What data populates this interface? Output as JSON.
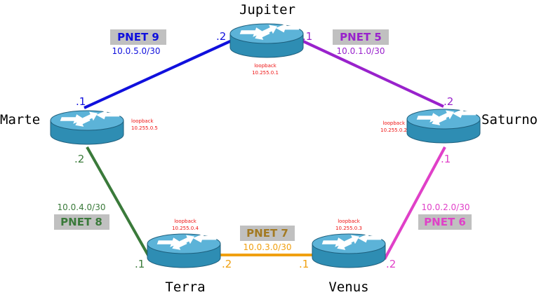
{
  "colors": {
    "jupiter_marte": "#1010dd",
    "jupiter_saturno": "#9922cc",
    "saturno_venus": "#e040c8",
    "venus_terra": "#f0a010",
    "terra_marte": "#3a7a3a",
    "label_box": "#c0c0c0",
    "loopback_text": "#ee1111",
    "router_body": "#2e8db3",
    "router_top": "#5cb3d8"
  },
  "routers": {
    "jupiter": {
      "name": "Jupiter",
      "loopback_label": "loopback",
      "loopback_ip": "10.255.0.1"
    },
    "saturno": {
      "name": "Saturno",
      "loopback_label": "loopback",
      "loopback_ip": "10.255.0.2"
    },
    "venus": {
      "name": "Venus",
      "loopback_label": "loopback",
      "loopback_ip": "10.255.0.3"
    },
    "terra": {
      "name": "Terra",
      "loopback_label": "loopback",
      "loopback_ip": "10.255.0.4"
    },
    "marte": {
      "name": "Marte",
      "loopback_label": "loopback",
      "loopback_ip": "10.255.0.5"
    }
  },
  "links": {
    "jupiter_marte": {
      "pnet": "PNET 9",
      "subnet": "10.0.5.0/30",
      "iface_a": ".2",
      "iface_b": ".1"
    },
    "jupiter_saturno": {
      "pnet": "PNET 5",
      "subnet": "10.0.1.0/30",
      "iface_a": ".1",
      "iface_b": ".2"
    },
    "saturno_venus": {
      "pnet": "PNET 6",
      "subnet": "10.0.2.0/30",
      "iface_a": ".1",
      "iface_b": ".2"
    },
    "venus_terra": {
      "pnet": "PNET 7",
      "subnet": "10.0.3.0/30",
      "iface_a": ".1",
      "iface_b": ".2"
    },
    "terra_marte": {
      "pnet": "PNET 8",
      "subnet": "10.0.4.0/30",
      "iface_a": ".1",
      "iface_b": ".2"
    }
  }
}
